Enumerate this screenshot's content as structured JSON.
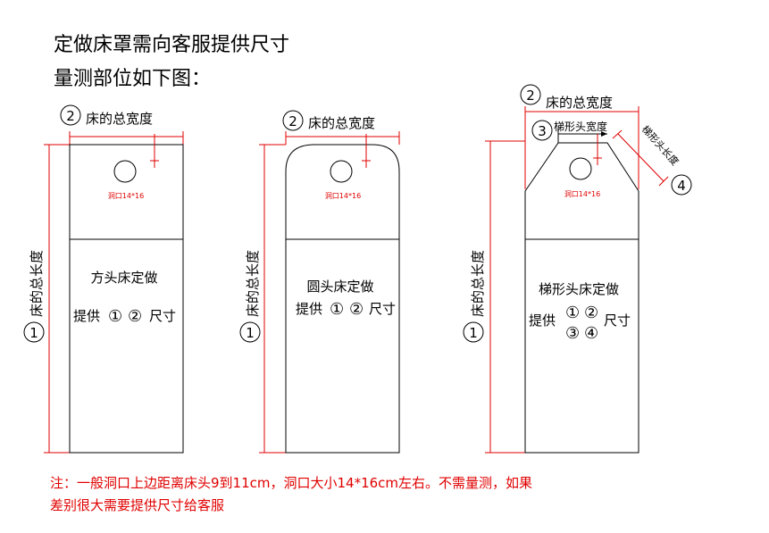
{
  "heading": {
    "line1": "定做床罩需向客服提供尺寸",
    "line2": "量测部位如下图："
  },
  "labels": {
    "num1": "1",
    "num2": "2",
    "num3": "3",
    "num4": "4",
    "total_width": "床的总宽度",
    "total_length": "床的总长度",
    "trap_head_width": "梯形头宽度",
    "trap_head_length": "梯形头长度",
    "hole": "洞口14*16",
    "provide": "提供",
    "size": "尺寸",
    "circled_1": "①",
    "circled_2": "②",
    "circled_3": "③",
    "circled_4": "④"
  },
  "panels": {
    "square": {
      "name": "方头床定做"
    },
    "round": {
      "name": "圆头床定做"
    },
    "trapezoid": {
      "name": "梯形头床定做"
    }
  },
  "note": {
    "line1": "注：一般洞口上边距离床头9到11cm，洞口大小14*16cm左右。不需量测，如果",
    "line2": "差别很大需要提供尺寸给客服"
  },
  "colors": {
    "line": "#000000",
    "dimension": "#e00000",
    "note": "#e00000"
  }
}
